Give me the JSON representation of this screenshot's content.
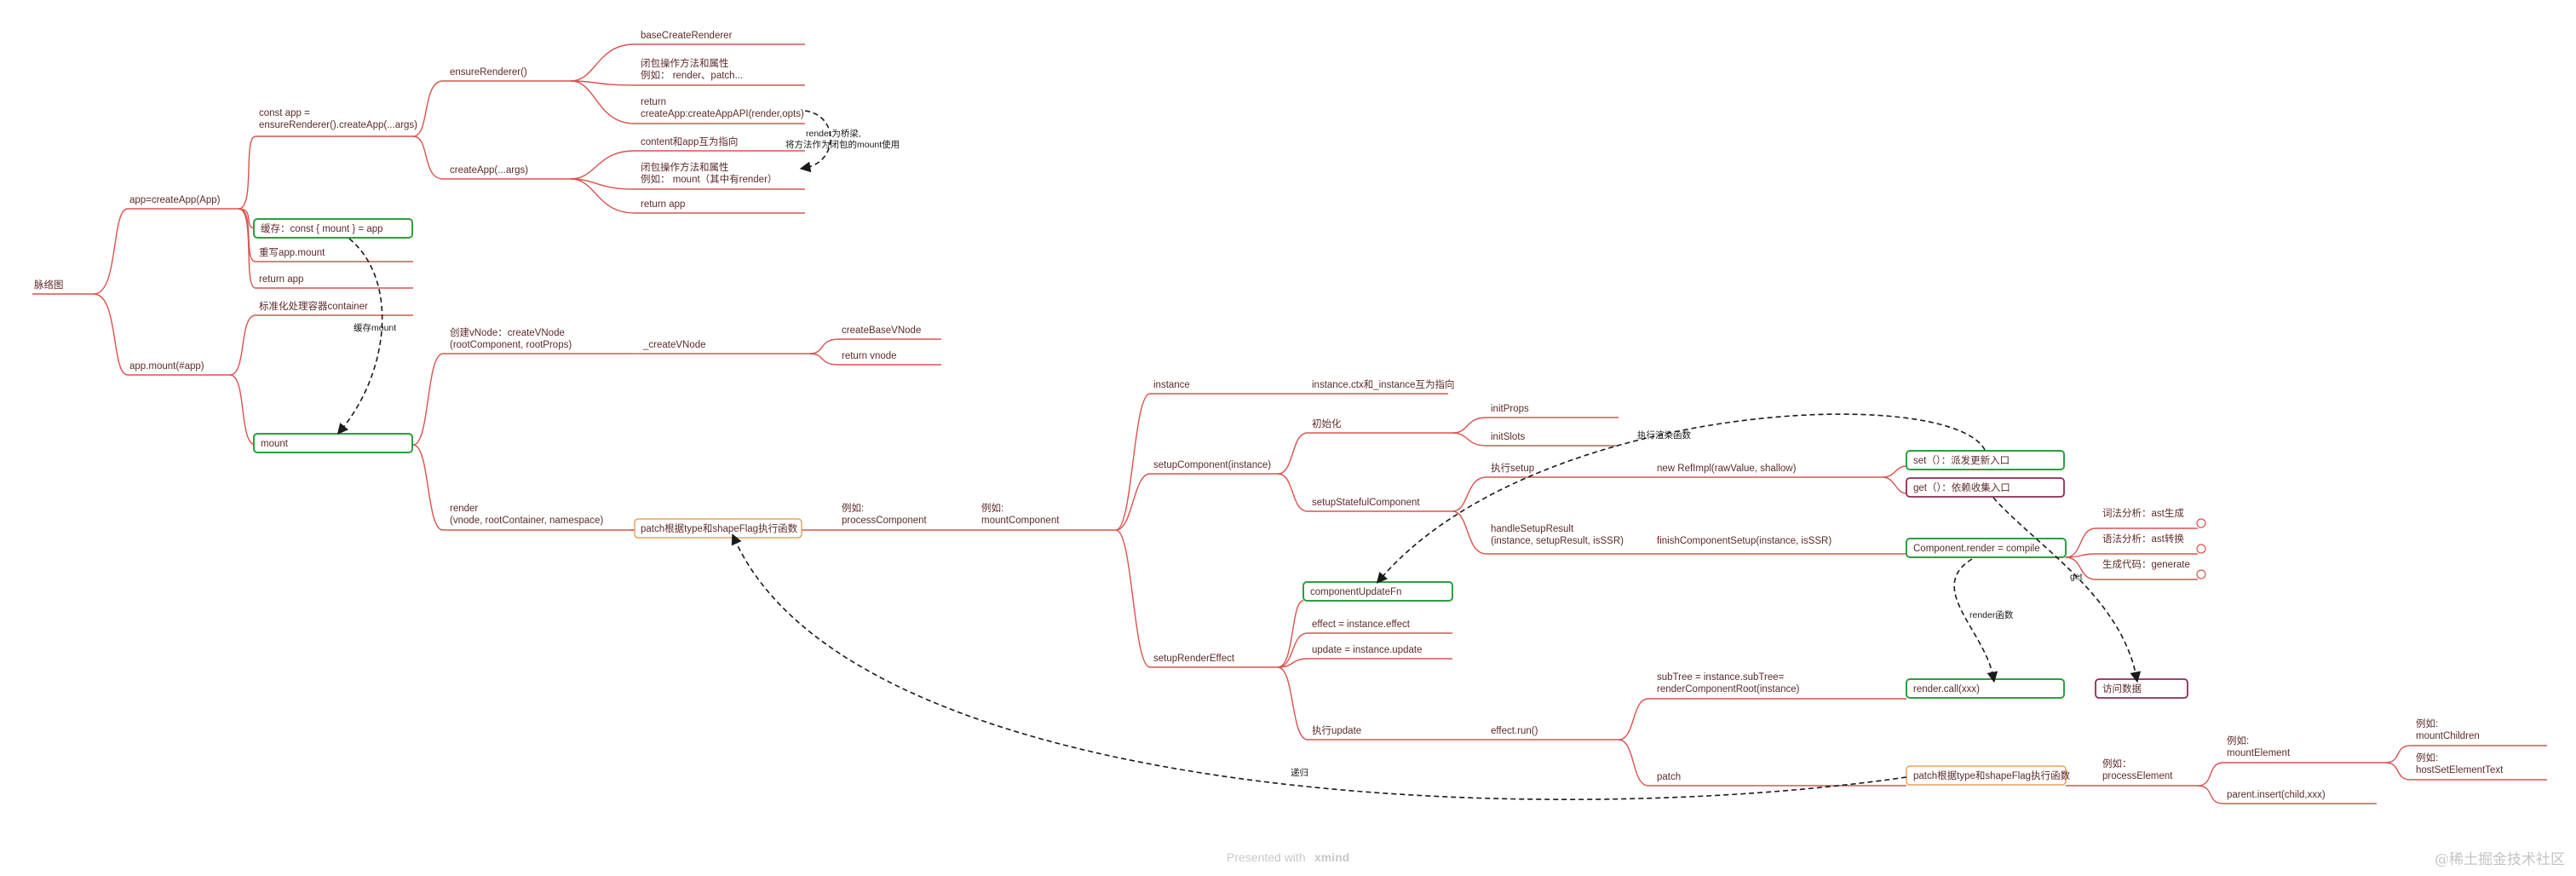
{
  "root": "脉络图",
  "nodes": {
    "create_app": "app=createApp(App)",
    "const_app_1": "const app =",
    "const_app_2": "ensureRenderer().createApp(...args)",
    "ensure_renderer": "ensureRenderer()",
    "base_create_renderer": "baseCreateRenderer",
    "closure_ops_1": "闭包操作方法和属性",
    "closure_ops_2": "例如： render、patch...",
    "return_create_app_1": "return",
    "return_create_app_2": "createApp:createAppAPI(render,opts)",
    "create_app_args": "createApp(...args)",
    "context_app": "content和app互为指向",
    "closure_mount_1": "闭包操作方法和属性",
    "closure_mount_2": "例如： mount（其中有render）",
    "return_app_inner": "return app",
    "cache_mount": "缓存：const { mount } = app",
    "rewrite_mount": "重写app.mount",
    "return_app_outer": "return app",
    "app_mount": "app.mount(#app)",
    "normalize_container": "标准化处理容器container",
    "mount": "mount",
    "create_vnode_1": "创建vNode：createVNode",
    "create_vnode_2": "(rootComponent, rootProps)",
    "_create_vnode": "_createVNode",
    "create_base_vnode": "createBaseVNode",
    "return_vnode": "return vnode",
    "render_1": "render",
    "render_2": "(vnode, rootContainer, namespace)",
    "patch_root": "patch根据type和shapeFlag执行函数",
    "eg_process_1": "例如:",
    "eg_process_2": "processComponent",
    "eg_mount_1": "例如:",
    "eg_mount_2": "mountComponent",
    "instance": "instance",
    "instance_ctx": "instance.ctx和_instance互为指向",
    "setup_component": "setupComponent(instance)",
    "init": "初始化",
    "init_props": "initProps",
    "init_slots": "initSlots",
    "setup_stateful": "setupStatefulComponent",
    "exec_setup": "执行setup",
    "new_ref_impl": "new RefImpl(rawValue, shallow)",
    "set_entry": "set（）：派发更新入口",
    "get_entry": "get（）：依赖收集入口",
    "handle_setup_1": "handleSetupResult",
    "handle_setup_2": "(instance, setupResult, isSSR)",
    "finish_setup": "finishComponentSetup(instance, isSSR)",
    "component_render": "Component.render = compile",
    "lexical": "词法分析：ast生成",
    "syntax": "语法分析：ast转换",
    "generate": "生成代码：generate",
    "setup_render_effect": "setupRenderEffect",
    "component_update_fn": "componentUpdateFn",
    "effect": "effect = instance.effect",
    "update": "update = instance.update",
    "exec_update": "执行update",
    "effect_run": "effect.run()",
    "subtree_1": "subTree = instance.subTree=",
    "subtree_2": "renderComponentRoot(instance)",
    "render_call": "render.call(xxx)",
    "visit_data": "访问数据",
    "patch_label": "patch",
    "patch_inner": "patch根据type和shapeFlag执行函数",
    "eg_process_el_1": "例如：",
    "eg_process_el_2": "processElement",
    "eg_mount_el_1": "例如:",
    "eg_mount_el_2": "mountElement",
    "eg_mount_children_1": "例如:",
    "eg_mount_children_2": "mountChildren",
    "eg_host_text_1": "例如:",
    "eg_host_text_2": "hostSetElementText",
    "parent_insert": "parent.insert(child,xxx)"
  },
  "dashed_labels": {
    "render_closure_1": "render为桥梁,",
    "render_closure_2": "将方法作为闭包的mount使用",
    "cache_mount": "缓存mount",
    "exec_render_fn": "执行渲染函数",
    "get": "get",
    "render_fn": "render函数",
    "recursion": "递归"
  },
  "footer": {
    "presented_with": "Presented with",
    "brand": "xmind",
    "watermark": "@稀土掘金技术社区"
  },
  "colors": {
    "branch_line": "#d9534f",
    "text": "#5e2a2a",
    "highlight_green": "#2e9e3f",
    "highlight_orange": "#e8a25a",
    "highlight_purple": "#8d2b55",
    "dashed_arrow": "#1a1a1a"
  }
}
